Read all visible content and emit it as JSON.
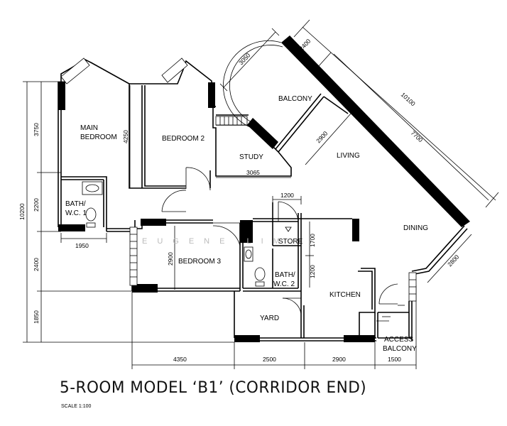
{
  "title": "5-ROOM MODEL ‘B1’ (CORRIDOR END)",
  "scale": "SCALE 1:100",
  "watermark": "EUGENE LIM",
  "rooms": {
    "main_bedroom_1": "MAIN",
    "main_bedroom_2": "BEDROOM",
    "bedroom2": "BEDROOM 2",
    "bedroom3": "BEDROOM 3",
    "study": "STUDY",
    "balcony": "BALCONY",
    "living": "LIVING",
    "dining": "DINING",
    "bath1_1": "BATH/",
    "bath1_2": "W.C. 1",
    "bath2_1": "BATH/",
    "bath2_2": "W.C. 2",
    "store": "STORE",
    "kitchen": "KITCHEN",
    "yard": "YARD",
    "access_1": "ACCESS",
    "access_2": "BALCONY"
  },
  "dimensions": {
    "left_total": "10200",
    "left_3750": "3750",
    "left_2200": "2200",
    "left_2400": "2400",
    "left_1850": "1850",
    "bottom_4350": "4350",
    "bottom_2500": "2500",
    "bottom_2900": "2900",
    "bottom_1500": "1500",
    "bath1_width": "1950",
    "bedroom2_height": "4250",
    "study_width": "3065",
    "store_width": "1200",
    "store_height": "1700",
    "bath2_height": "1200",
    "bedroom3_height": "2900",
    "balcony_width": "3050",
    "living_depth": "2900",
    "diag_2400": "2400",
    "diag_10100": "10100",
    "diag_7700": "7700",
    "diag_2800": "2800"
  }
}
